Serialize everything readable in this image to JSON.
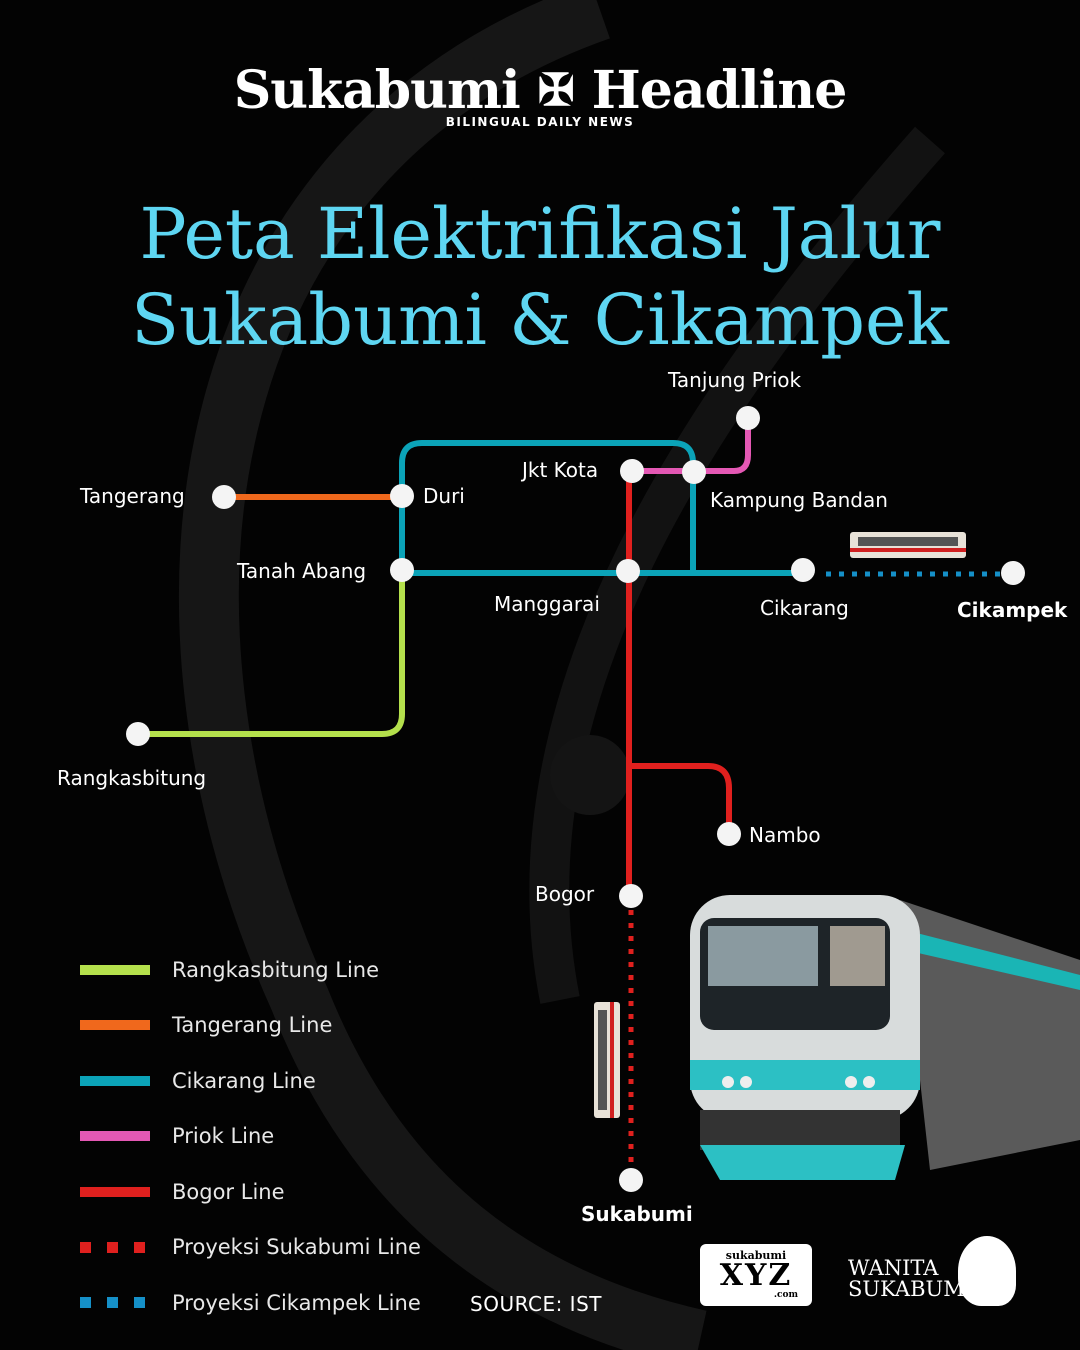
{
  "masthead": {
    "brand_left": "Sukabumi",
    "brand_right": "Headline",
    "tagline": "BILINGUAL DAILY NEWS"
  },
  "title": {
    "line1": "Peta Elektrifikasi Jalur",
    "line2": "Sukabumi & Cikampek"
  },
  "colors": {
    "title": "#5ed6f2",
    "rangkasbitung": "#b4e04c",
    "tangerang": "#f0681c",
    "cikarang": "#0ba3b8",
    "priok": "#e458b4",
    "bogor": "#e0201e",
    "proyeksi_sukabumi": "#e0201e",
    "proyeksi_cikampek": "#1590c8"
  },
  "stations": {
    "tanjung_priok": "Tanjung Priok",
    "tangerang": "Tangerang",
    "duri": "Duri",
    "jkt_kota": "Jkt Kota",
    "kampung_bandan": "Kampung Bandan",
    "tanah_abang": "Tanah Abang",
    "manggarai": "Manggarai",
    "cikarang": "Cikarang",
    "cikampek": "Cikampek",
    "rangkasbitung": "Rangkasbitung",
    "nambo": "Nambo",
    "bogor": "Bogor",
    "sukabumi": "Sukabumi"
  },
  "legend": [
    {
      "label": "Rangkasbitung Line",
      "style": "solid",
      "color": "#b4e04c"
    },
    {
      "label": "Tangerang Line",
      "style": "solid",
      "color": "#f0681c"
    },
    {
      "label": "Cikarang Line",
      "style": "solid",
      "color": "#0ba3b8"
    },
    {
      "label": "Priok Line",
      "style": "solid",
      "color": "#e458b4"
    },
    {
      "label": "Bogor Line",
      "style": "solid",
      "color": "#e0201e"
    },
    {
      "label": "Proyeksi Sukabumi Line",
      "style": "dotted",
      "color": "#e0201e"
    },
    {
      "label": "Proyeksi Cikampek Line",
      "style": "dotted",
      "color": "#1590c8"
    }
  ],
  "source": "SOURCE: IST",
  "logos": {
    "xyz_top": "sukabumi",
    "xyz_main": "XYZ",
    "xyz_bottom": ".com",
    "wanita_1": "WANITA",
    "wanita_2": "SUKABUMI"
  }
}
